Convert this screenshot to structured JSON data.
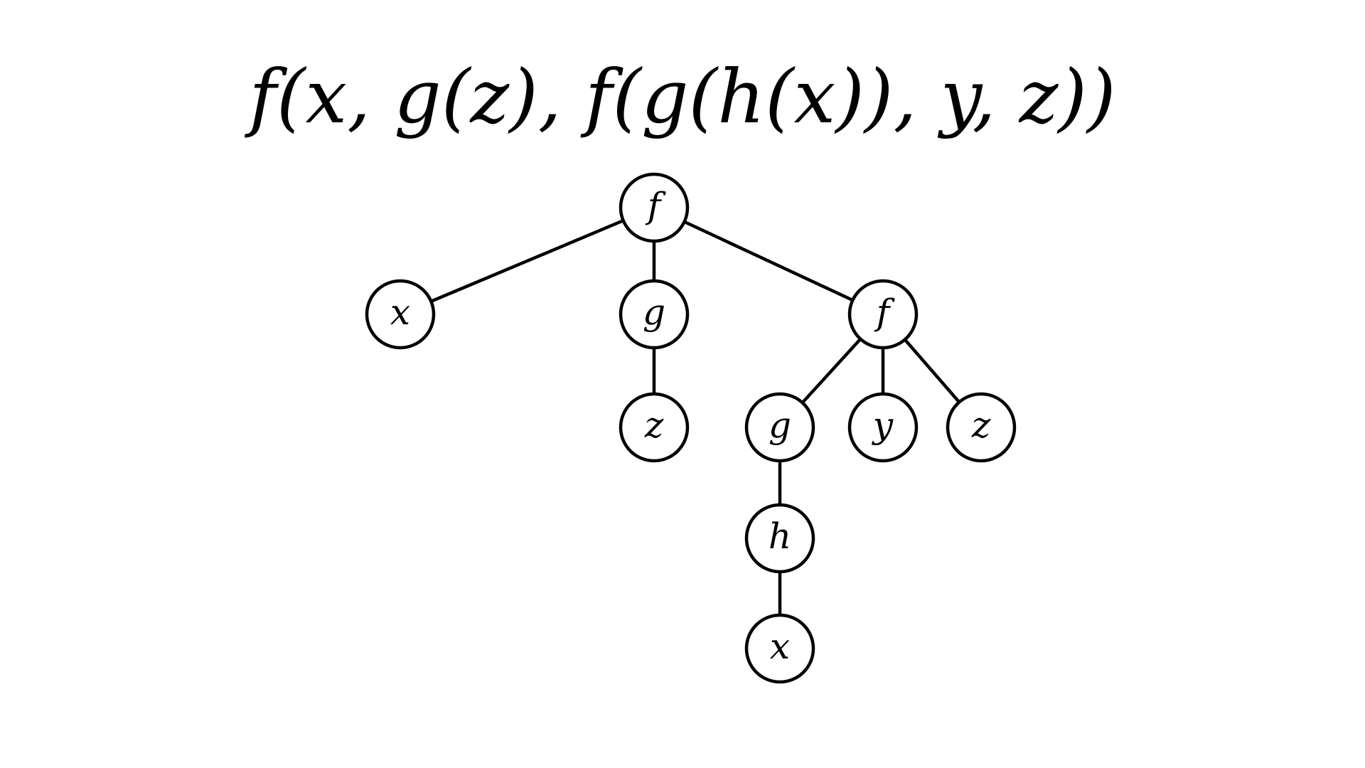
{
  "expression": "f(x, g(z), f(g(h(x)), y, z))",
  "tree": {
    "nodes": [
      {
        "id": "root_f",
        "label": "f"
      },
      {
        "id": "x1",
        "label": "x"
      },
      {
        "id": "g1",
        "label": "g"
      },
      {
        "id": "f2",
        "label": "f"
      },
      {
        "id": "z1",
        "label": "z"
      },
      {
        "id": "g2",
        "label": "g"
      },
      {
        "id": "y1",
        "label": "y"
      },
      {
        "id": "z2",
        "label": "z"
      },
      {
        "id": "h1",
        "label": "h"
      },
      {
        "id": "x2",
        "label": "x"
      }
    ],
    "edges": [
      [
        "root_f",
        "x1"
      ],
      [
        "root_f",
        "g1"
      ],
      [
        "root_f",
        "f2"
      ],
      [
        "g1",
        "z1"
      ],
      [
        "f2",
        "g2"
      ],
      [
        "f2",
        "y1"
      ],
      [
        "f2",
        "z2"
      ],
      [
        "g2",
        "h1"
      ],
      [
        "h1",
        "x2"
      ]
    ]
  }
}
